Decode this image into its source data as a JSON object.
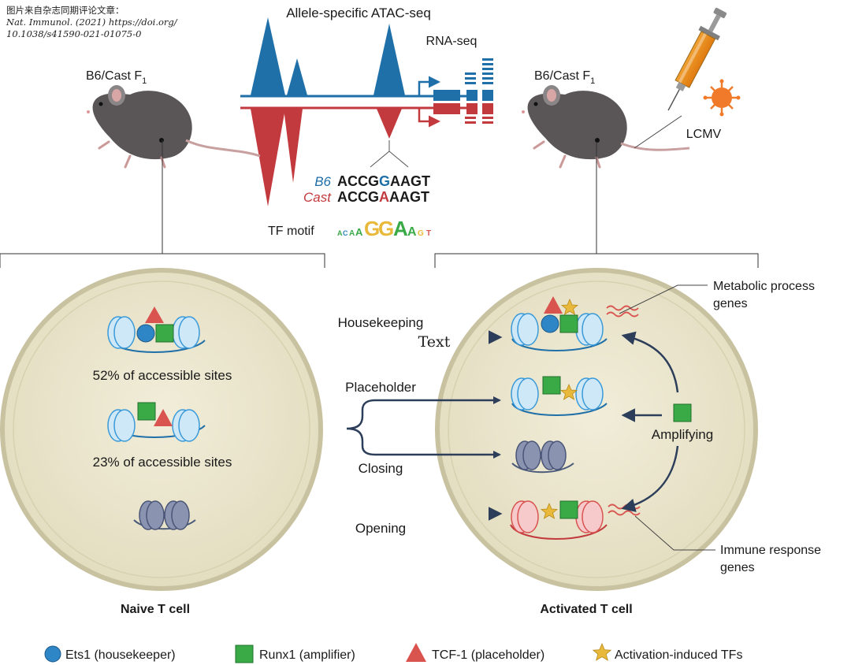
{
  "source_note": {
    "line1": "图片来自杂志同期评论文章：",
    "line2": "Nat. Immunol. (2021) https://doi.org/",
    "line3": "10.1038/s41590-021-01075-0"
  },
  "top": {
    "atac_title": "Allele-specific ATAC-seq",
    "rna_title": "RNA-seq",
    "mouse_left_label": "B6/Cast F",
    "mouse_left_sub": "1",
    "mouse_right_label": "B6/Cast F",
    "mouse_right_sub": "1",
    "virus_label": "LCMV",
    "seq_b6_label": "B6",
    "seq_b6_prefix": "ACCG",
    "seq_b6_variant": "G",
    "seq_b6_suffix": "AAGT",
    "seq_cast_label": "Cast",
    "seq_cast_prefix": "ACCG",
    "seq_cast_variant": "A",
    "seq_cast_suffix": "AAGT",
    "motif_label": "TF motif",
    "motif_letters": [
      "A",
      "C",
      "A",
      "A",
      "G",
      "G",
      "A",
      "A",
      "G",
      "T"
    ]
  },
  "naive": {
    "pct1": "52% of accessible sites",
    "pct2": "23% of accessible sites",
    "title": "Naive T cell"
  },
  "flows": {
    "housekeeping": "Housekeeping",
    "placeholder": "Placeholder",
    "closing": "Closing",
    "opening": "Opening",
    "overlay_text": "Text"
  },
  "activated": {
    "amplifying": "Amplifying",
    "title": "Activated T cell",
    "metabolic_line1": "Metabolic process",
    "metabolic_line2": "genes",
    "immune_line1": "Immune response",
    "immune_line2": "genes"
  },
  "legend": {
    "ets1": "Ets1 (housekeeper)",
    "runx1": "Runx1 (amplifier)",
    "tcf1": "TCF-1 (placeholder)",
    "activation": "Activation-induced TFs"
  },
  "colors": {
    "b6_blue": "#1f6fa8",
    "cast_red": "#c23a3d",
    "cell_fill": "#e9e4cc",
    "cell_stroke": "#c9c2a0",
    "ets1": "#2f86c6",
    "runx1": "#3aaa47",
    "tcf1": "#d9534f",
    "star": "#e8b93a",
    "arrow": "#2c3e5a"
  }
}
